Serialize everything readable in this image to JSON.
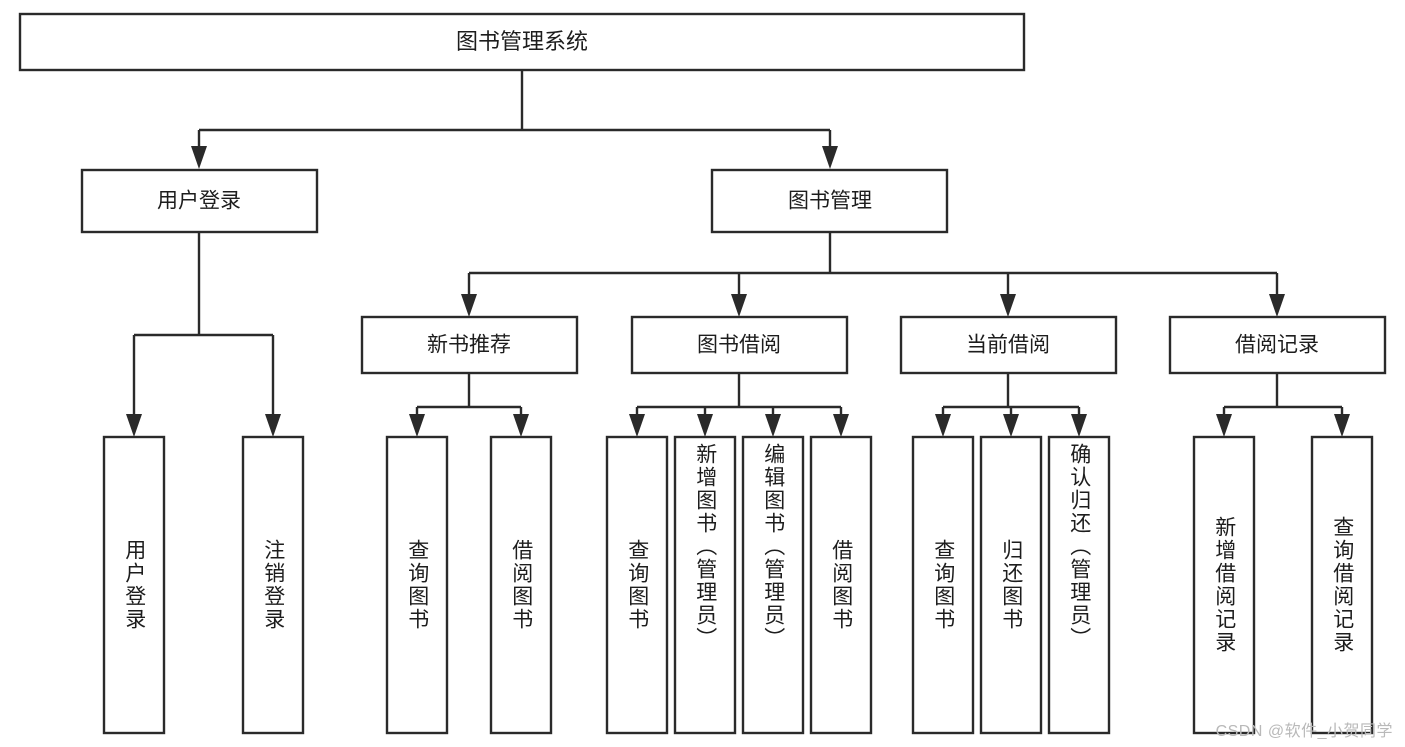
{
  "diagram": {
    "title": "图书管理系统",
    "type": "tree",
    "watermark": "CSDN @软件_小贺同学",
    "colors": {
      "box_stroke": "#2a2a2a",
      "box_fill": "#ffffff",
      "text": "#1d1d1d",
      "watermark": "#b9b9b9",
      "background": "#ffffff"
    },
    "root": {
      "label": "图书管理系统"
    },
    "level2": [
      {
        "label": "用户登录"
      },
      {
        "label": "图书管理"
      }
    ],
    "level3": [
      {
        "label": "新书推荐"
      },
      {
        "label": "图书借阅"
      },
      {
        "label": "当前借阅"
      },
      {
        "label": "借阅记录"
      }
    ],
    "leaves": {
      "user_login": [
        {
          "label": "用户登录"
        },
        {
          "label": "注销登录"
        }
      ],
      "new_book_recommend": [
        {
          "label": "查询图书"
        },
        {
          "label": "借阅图书"
        }
      ],
      "book_borrow": [
        {
          "label": "查询图书"
        },
        {
          "label": "新增图书（管理员）"
        },
        {
          "label": "编辑图书（管理员）"
        },
        {
          "label": "借阅图书"
        }
      ],
      "current_borrow": [
        {
          "label": "查询图书"
        },
        {
          "label": "归还图书"
        },
        {
          "label": "确认归还（管理员）"
        }
      ],
      "borrow_record": [
        {
          "label": "新增借阅记录"
        },
        {
          "label": "查询借阅记录"
        }
      ]
    }
  }
}
